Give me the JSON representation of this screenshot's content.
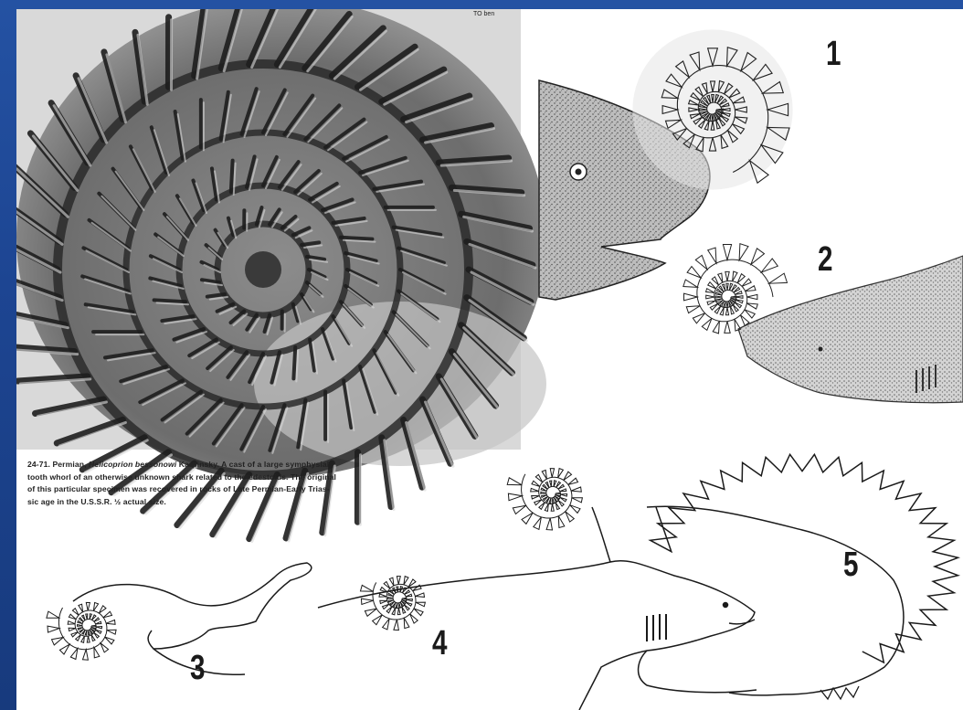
{
  "plate": {
    "photo_mark": "TO ben",
    "caption": {
      "line1_lead": "24-71. Permian, ",
      "species": "Helicoprion bessonowi",
      "line1_rest": " Karpinsky. A cast of a large symphysial",
      "line2": "tooth whorl of an otherwise unknown shark related to the edestoids. The original",
      "line3": "of this particular specimen was recovered in rocks of Late Permian-Early Trias-",
      "line4": "sic age in the U.S.S.R. ½ actual size."
    },
    "labels": [
      "1",
      "2",
      "3",
      "4",
      "5"
    ]
  },
  "colors": {
    "slide_bg": "#1d4592",
    "plate_bg": "#ffffff",
    "fossil_dark": "#2a2a2a",
    "fossil_mid": "#7a7a7a",
    "fossil_light": "#c9c9c9",
    "line_art": "#1a1a1a"
  }
}
